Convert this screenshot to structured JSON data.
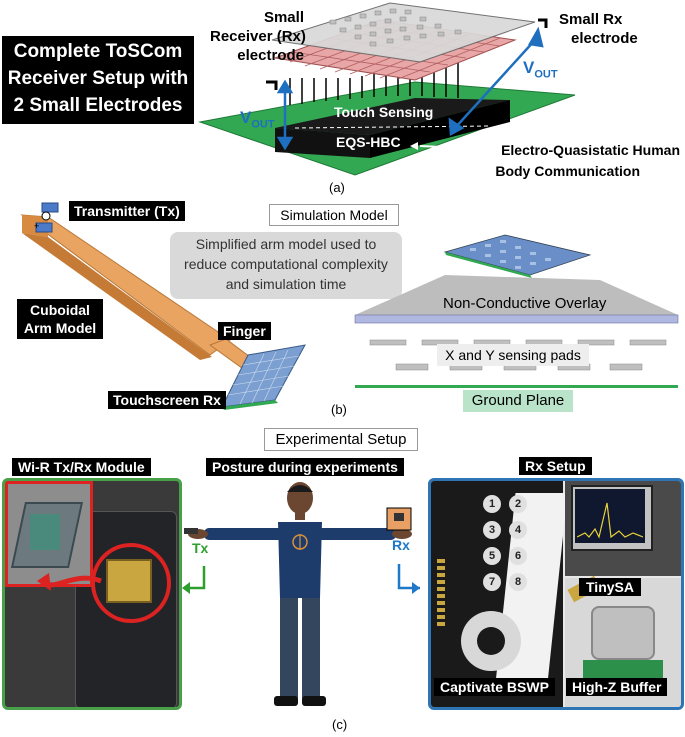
{
  "panel_a": {
    "title_line1": "Complete ToSCom",
    "title_line2": "Receiver Setup with",
    "title_line3": "2 Small Electrodes",
    "small_receiver_line1": "Small",
    "small_receiver_line2": "Receiver (Rx)",
    "small_receiver_line3": "electrode",
    "small_rx_line1": "Small Rx",
    "small_rx_line2": "electrode",
    "vout_left": "V",
    "vout_left_sub": "OUT",
    "vout_right": "V",
    "vout_right_sub": "OUT",
    "touch_sensing": "Touch Sensing",
    "eqs_hbc": "EQS-HBC",
    "eqs_desc_line1": "Electro-Quasistatic Human",
    "eqs_desc_line2": "Body Communication",
    "caption": "(a)"
  },
  "panel_b": {
    "transmitter": "Transmitter (Tx)",
    "simulation_model": "Simulation Model",
    "simplified_line1": "Simplified arm model used to",
    "simplified_line2": "reduce computational complexity",
    "simplified_line3": "and simulation time",
    "cuboidal_line1": "Cuboidal",
    "cuboidal_line2": "Arm Model",
    "finger": "Finger",
    "touchscreen_rx": "Touchscreen Rx",
    "non_conductive": "Non-Conductive Overlay",
    "xy_pads": "X and Y sensing pads",
    "ground_plane": "Ground Plane",
    "caption": "(b)"
  },
  "panel_c": {
    "experimental_setup": "Experimental Setup",
    "wir_module": "Wi-R Tx/Rx Module",
    "posture": "Posture during experiments",
    "rx_setup": "Rx Setup",
    "tx": "Tx",
    "rx": "Rx",
    "tinysa": "TinySA",
    "captivate": "Captivate BSWP",
    "highz": "High-Z Buffer",
    "keypad": [
      "1",
      "2",
      "3",
      "4",
      "5",
      "6",
      "7",
      "8"
    ],
    "caption": "(c)"
  },
  "colors": {
    "green_board": "#33a852",
    "blue_arrow": "#1f6fc0",
    "pink_electrode": "#e8a6a6",
    "green_frame": "#48a048",
    "blue_frame": "#2e75b6",
    "tx_arrow": "#2ca02c",
    "rx_arrow": "#1f78c8"
  }
}
